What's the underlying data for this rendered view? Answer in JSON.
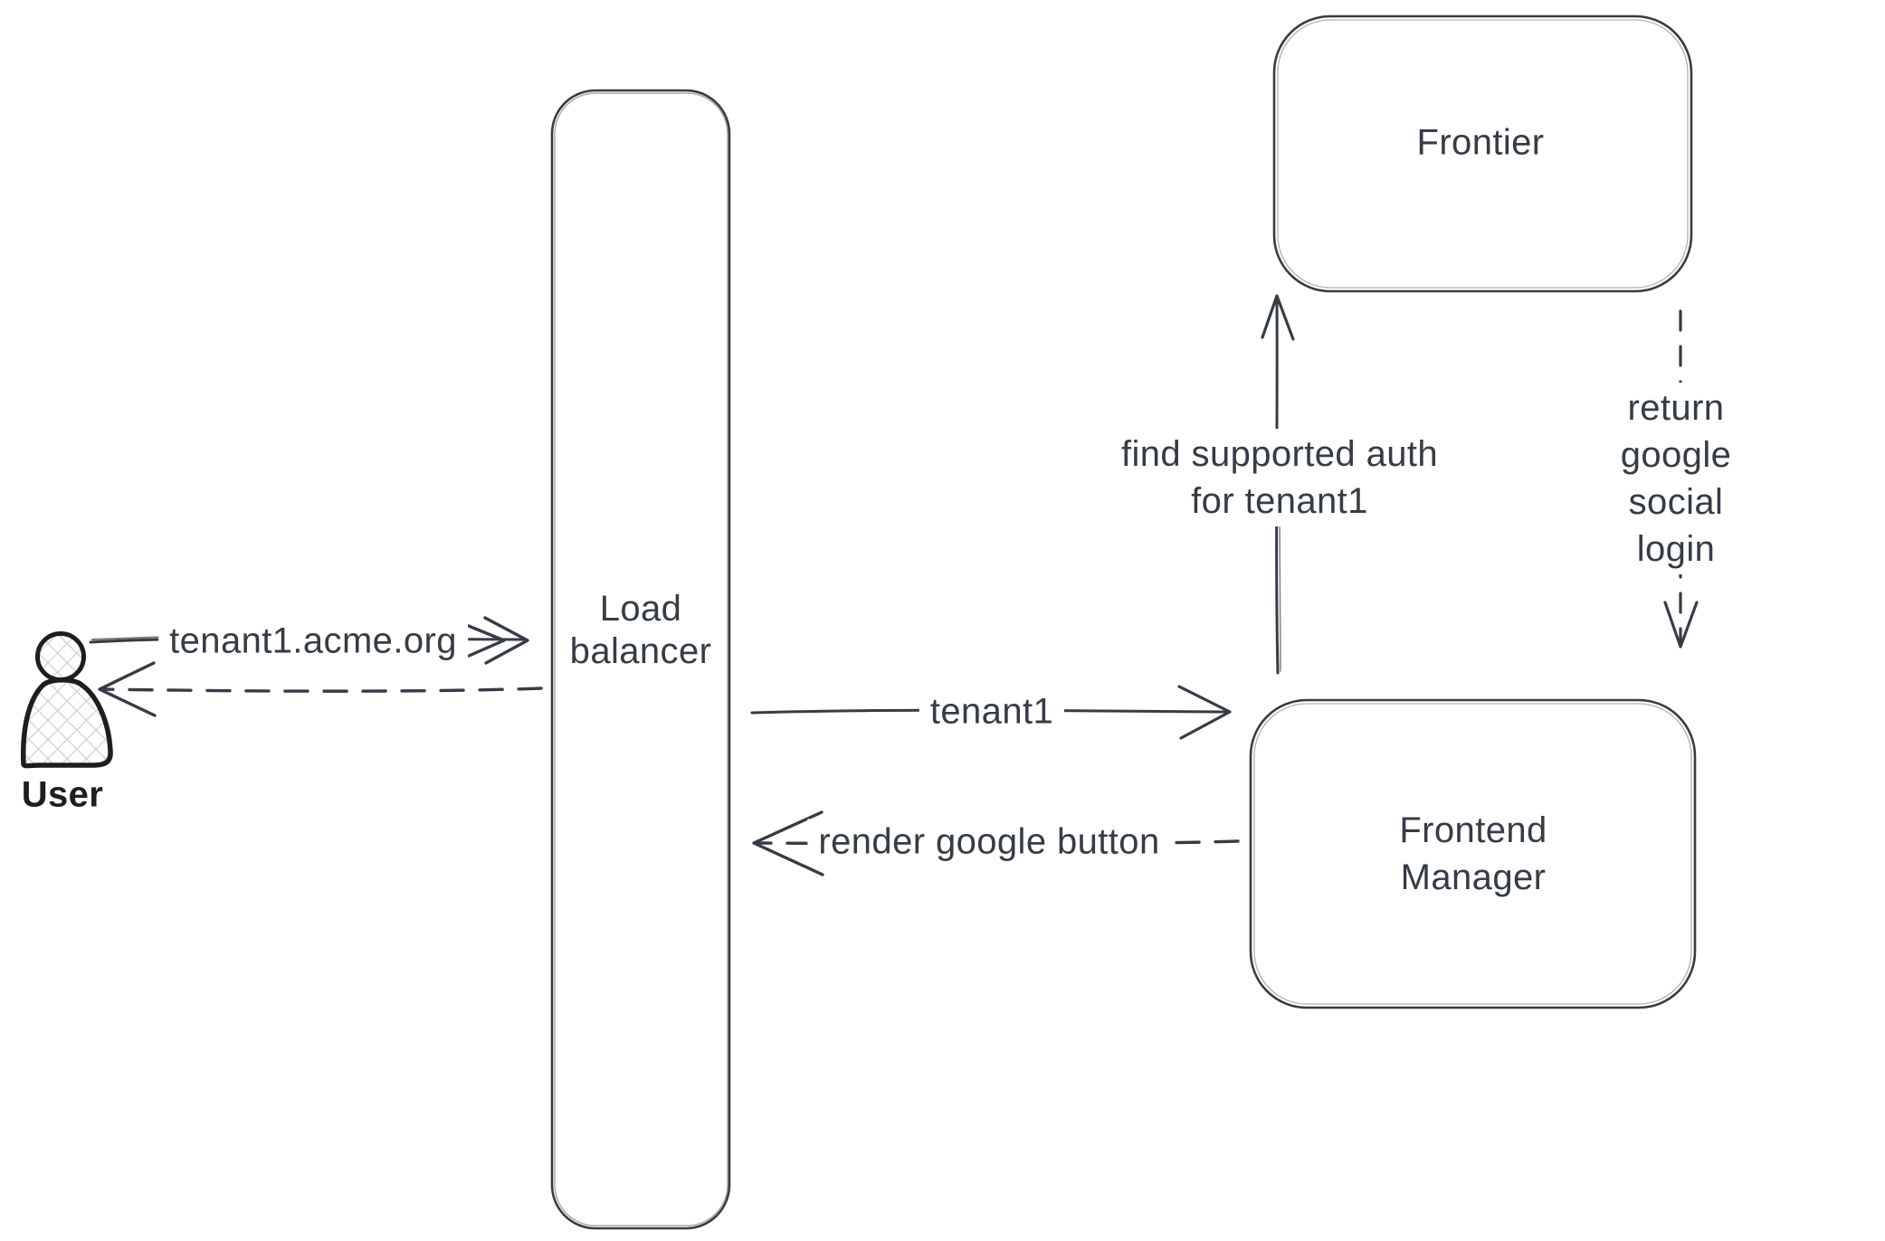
{
  "diagram": {
    "background": "#ffffff",
    "stroke_color": "#363c45",
    "actor_stroke_color": "#1e1e1e",
    "actor_hatch_color": "#c7d1db",
    "nodes": {
      "user": {
        "label": "User",
        "type": "actor"
      },
      "load_balancer": {
        "label": "Load\nbalancer",
        "type": "box"
      },
      "frontier": {
        "label": "Frontier",
        "type": "box"
      },
      "frontend_manager": {
        "label": "Frontend\nManager",
        "type": "box"
      }
    },
    "arrows": {
      "request": {
        "label": "tenant1.acme.org",
        "style": "solid",
        "from": "user",
        "to": "load_balancer"
      },
      "response": {
        "label": "",
        "style": "dashed",
        "from": "load_balancer",
        "to": "user"
      },
      "tenant1": {
        "label": "tenant1",
        "style": "solid",
        "from": "load_balancer",
        "to": "frontend_manager"
      },
      "render_google_button": {
        "label": "render google button",
        "style": "dashed",
        "from": "frontend_manager",
        "to": "load_balancer"
      },
      "find_supported_auth": {
        "label": "find supported auth\nfor tenant1",
        "style": "solid",
        "from": "frontend_manager",
        "to": "frontier"
      },
      "return_google_social_login": {
        "label": "return google social\nlogin",
        "style": "dashed",
        "from": "frontier",
        "to": "frontend_manager"
      }
    }
  }
}
